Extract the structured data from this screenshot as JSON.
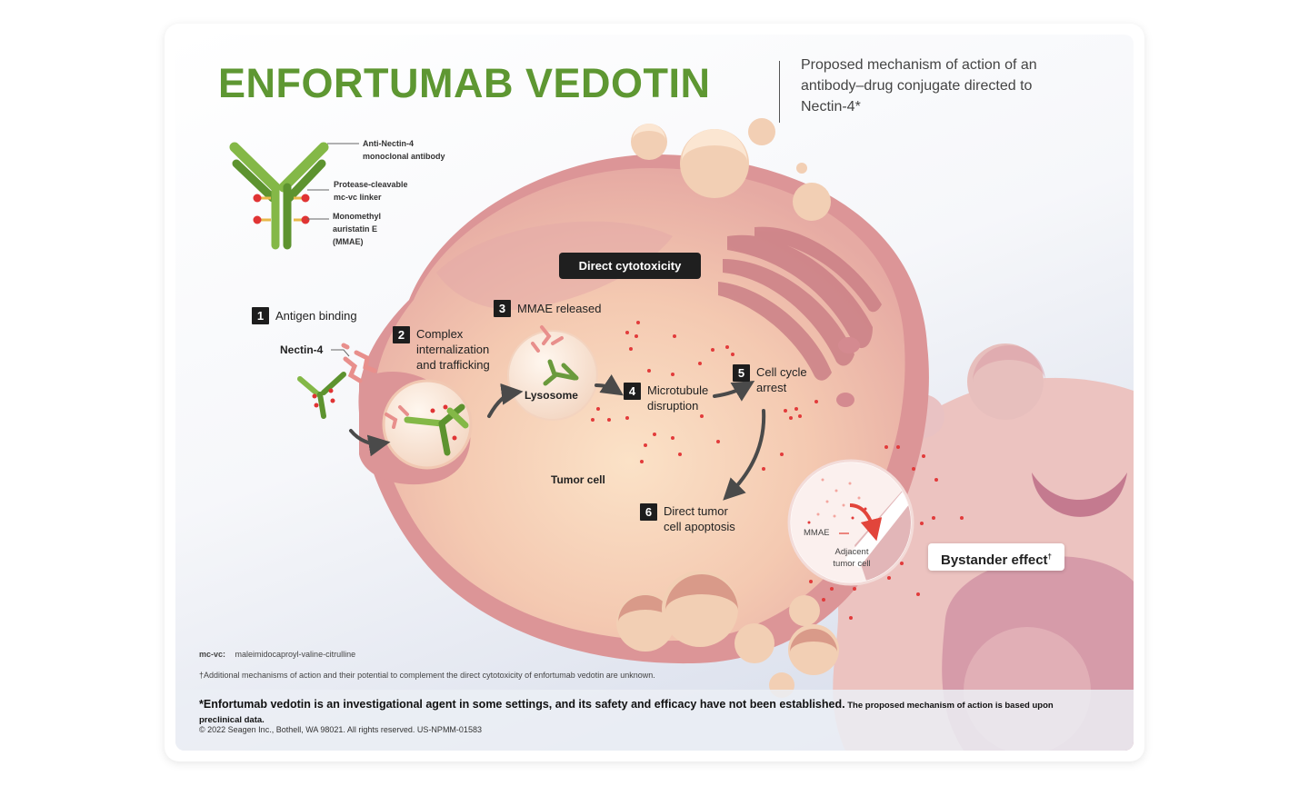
{
  "header": {
    "title": "ENFORTUMAB VEDOTIN",
    "subtitle": "Proposed mechanism of action of an antibody–drug conjugate directed to Nectin-4*"
  },
  "legend": {
    "antibody": [
      "Anti-Nectin-4",
      "monoclonal antibody"
    ],
    "linker": [
      "Protease-cleavable",
      "mc-vc linker"
    ],
    "payload": [
      "Monomethyl",
      "auristatin E",
      "(MMAE)"
    ]
  },
  "labels": {
    "direct_cytotoxicity": "Direct cytotoxicity",
    "nectin": "Nectin-4",
    "lysosome": "Lysosome",
    "tumor_cell": "Tumor cell",
    "mmae": "MMAE",
    "adjacent_1": "Adjacent",
    "adjacent_2": "tumor cell",
    "bystander": "Bystander effect",
    "bystander_mark": "†"
  },
  "steps": [
    {
      "num": "1",
      "text": "Antigen binding"
    },
    {
      "num": "2",
      "text": "Complex internalization and trafficking"
    },
    {
      "num": "3",
      "text": "MMAE released"
    },
    {
      "num": "4",
      "text": "Microtubule disruption"
    },
    {
      "num": "5",
      "text": "Cell cycle arrest"
    },
    {
      "num": "6",
      "text": "Direct tumor cell apoptosis"
    }
  ],
  "notes": {
    "abbr_key": "mc-vc:",
    "abbr_value": "maleimidocaproyl-valine-citrulline",
    "dagger": "†Additional mechanisms of action and their potential to complement the direct cytotoxicity of enfortumab vedotin are unknown.",
    "footer_bold": "*Enfortumab vedotin is an investigational agent in some settings, and its safety and efficacy have not been established.",
    "footer_small": " The proposed mechanism of action is based upon preclinical data.",
    "copyright": "© 2022 Seagen Inc., Bothell, WA 98021. All rights reserved. US-NPMM-01583"
  },
  "colors": {
    "title_green": "#5e9732",
    "cell_pink": "#e4a3a1",
    "cytoplasm": "#f6d2b6",
    "mmae_red": "#e23b3b",
    "label_dark": "#1f1f1f"
  }
}
